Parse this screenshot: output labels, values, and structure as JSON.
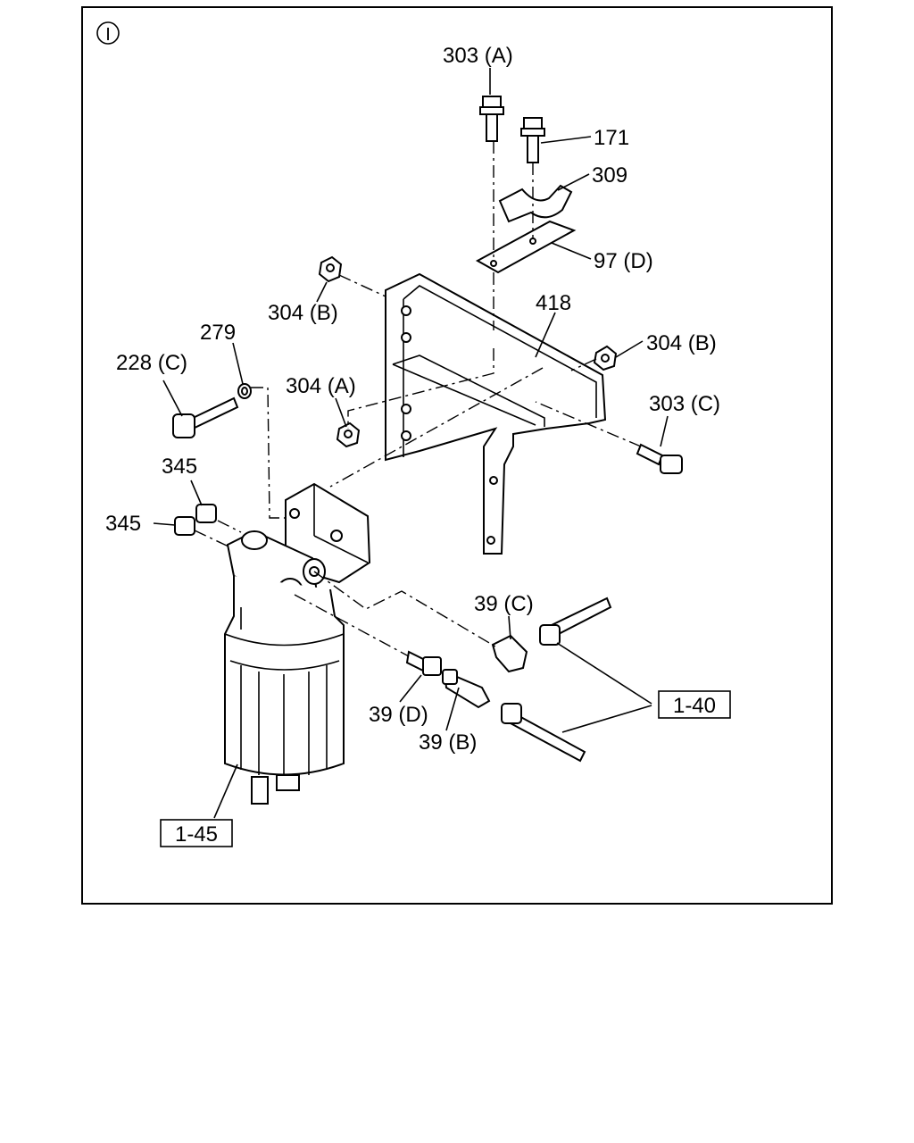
{
  "view_marker": "I",
  "callouts": [
    {
      "id": "c303a",
      "text": "303 (A)"
    },
    {
      "id": "c171",
      "text": "171"
    },
    {
      "id": "c309",
      "text": "309"
    },
    {
      "id": "c97d",
      "text": "97 (D)"
    },
    {
      "id": "c304b1",
      "text": "304 (B)"
    },
    {
      "id": "c418",
      "text": "418"
    },
    {
      "id": "c304b2",
      "text": "304 (B)"
    },
    {
      "id": "c279",
      "text": "279"
    },
    {
      "id": "c228c",
      "text": "228 (C)"
    },
    {
      "id": "c304a",
      "text": "304 (A)"
    },
    {
      "id": "c303c",
      "text": "303 (C)"
    },
    {
      "id": "c345a",
      "text": "345"
    },
    {
      "id": "c345b",
      "text": "345"
    },
    {
      "id": "c39c",
      "text": "39 (C)"
    },
    {
      "id": "c39d",
      "text": "39 (D)"
    },
    {
      "id": "c39b",
      "text": "39 (B)"
    }
  ],
  "refs": [
    {
      "id": "r140",
      "text": "1-40"
    },
    {
      "id": "r145",
      "text": "1-45"
    }
  ]
}
